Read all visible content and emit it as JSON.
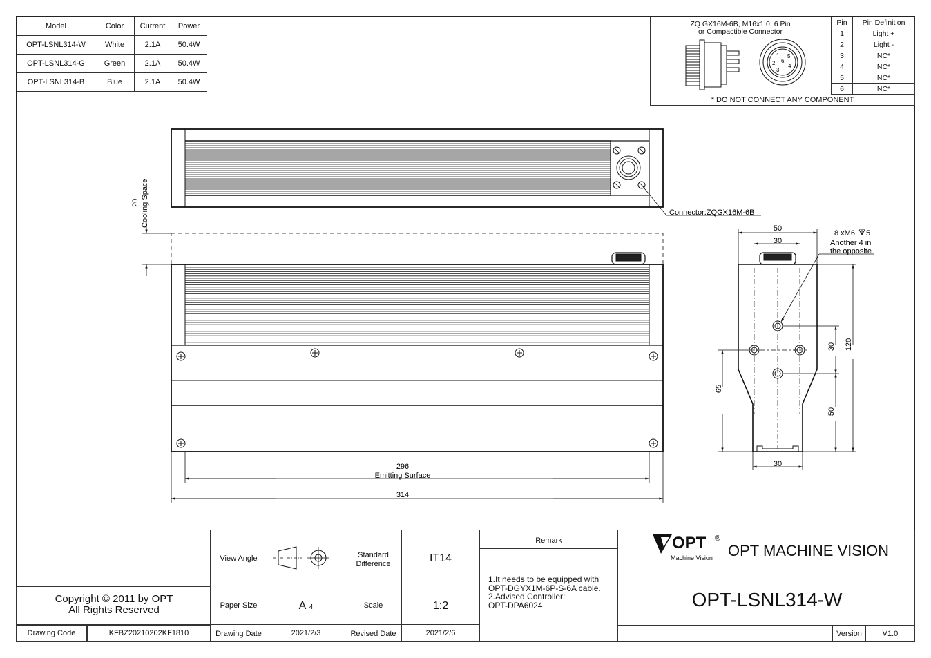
{
  "model_table": {
    "headers": [
      "Model",
      "Color",
      "Current",
      "Power"
    ],
    "rows": [
      [
        "OPT-LSNL314-W",
        "White",
        "2.1A",
        "50.4W"
      ],
      [
        "OPT-LSNL314-G",
        "Green",
        "2.1A",
        "50.4W"
      ],
      [
        "OPT-LSNL314-B",
        "Blue",
        "2.1A",
        "50.4W"
      ]
    ]
  },
  "connector": {
    "title_line1": "ZQ GX16M-6B, M16x1.0, 6 Pin",
    "title_line2": "or Compactible Connector",
    "note": "* DO NOT CONNECT ANY COMPONENT",
    "pin_labels": [
      "1",
      "2",
      "3",
      "4",
      "5",
      "6"
    ]
  },
  "pin_table": {
    "headers": [
      "Pin",
      "Pin Definition"
    ],
    "rows": [
      [
        "1",
        "Light +"
      ],
      [
        "2",
        "Light -"
      ],
      [
        "3",
        "NC*"
      ],
      [
        "4",
        "NC*"
      ],
      [
        "5",
        "NC*"
      ],
      [
        "6",
        "NC*"
      ]
    ]
  },
  "drawing": {
    "connector_label": "Connector:ZQGX16M-6B",
    "cooling_value": "20",
    "cooling_label": "Cooling Space",
    "dim_emitting": "296",
    "dim_emitting_label": "Emitting Surface",
    "dim_total": "314",
    "side_dim_50_top": "50",
    "side_dim_30_top": "30",
    "side_dim_30_bottom": "30",
    "side_dim_65": "65",
    "side_dim_30_right": "30",
    "side_dim_50_right": "50",
    "side_dim_120": "120",
    "hole_note_line1": "8 xM6",
    "hole_note_depth": "5",
    "hole_note_line2": "Another 4 in",
    "hole_note_line3": "the opposite"
  },
  "title_block": {
    "copyright_line1": "Copyright © 2011 by OPT",
    "copyright_line2": "All Rights Reserved",
    "drawing_code_label": "Drawing Code",
    "drawing_code": "KFBZ20210202KF1810",
    "view_angle_label": "View Angle",
    "standard_diff_label_1": "Standard",
    "standard_diff_label_2": "Difference",
    "standard_diff": "IT14",
    "paper_size_label": "Paper Size",
    "paper_size": "A",
    "paper_size_sub": "4",
    "scale_label": "Scale",
    "scale": "1:2",
    "drawing_date_label": "Drawing Date",
    "drawing_date": "2021/2/3",
    "revised_date_label": "Revised Date",
    "revised_date": "2021/2/6",
    "remark_label": "Remark",
    "remark_lines": [
      "1.It needs to be equipped with",
      "OPT-DGYX1M-6P-S-6A cable.",
      "2.Advised Controller:",
      "OPT-DPA6024"
    ],
    "logo_text": "OPT",
    "logo_reg": "®",
    "logo_sub": "Machine Vision",
    "company": "OPT MACHINE VISION",
    "part_number": "OPT-LSNL314-W",
    "version_label": "Version",
    "version": "V1.0"
  }
}
